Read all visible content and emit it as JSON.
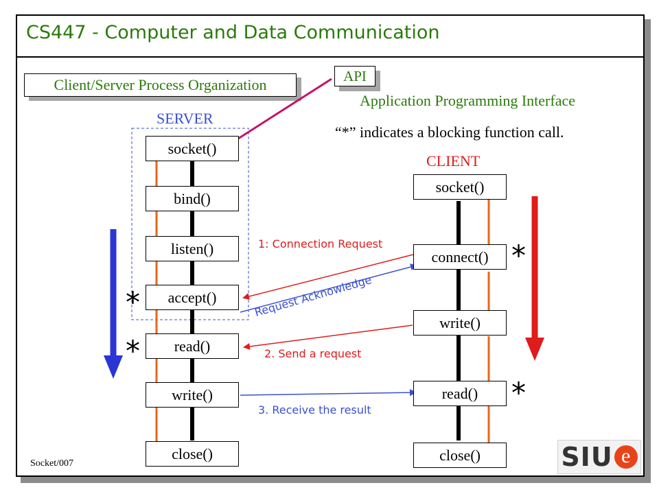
{
  "title": "CS447 - Computer and Data Communication",
  "subtitle": "Client/Server Process Organization",
  "api_label": "API",
  "api_description": "Application Programming Interface",
  "blocking_note": "“*” indicates a blocking function call.",
  "server": {
    "label": "SERVER",
    "calls": [
      "socket()",
      "bind()",
      "listen()",
      "accept()",
      "read()",
      "write()",
      "close()"
    ]
  },
  "client": {
    "label": "CLIENT",
    "calls": [
      "socket()",
      "connect()",
      "write()",
      "read()",
      "close()"
    ]
  },
  "messages": {
    "connection_request": "1: Connection Request",
    "request_acknowledge": "Request Acknowledge",
    "send_request": "2. Send a request",
    "receive_result": "3. Receive the result"
  },
  "blocking_marker": "*",
  "footer": "Socket/007",
  "logo": {
    "text_before": "SIU",
    "text_e": "e"
  },
  "colors": {
    "title": "#2b7a0b",
    "server_label": "#3a4fd0",
    "client_label": "#e01b1b",
    "flow": "#e8661a",
    "api_link": "#c4126a",
    "request": "#e01b1b",
    "response": "#3a4fd0",
    "server_arrow": "#2b35d4",
    "client_arrow": "#e01b1b"
  }
}
